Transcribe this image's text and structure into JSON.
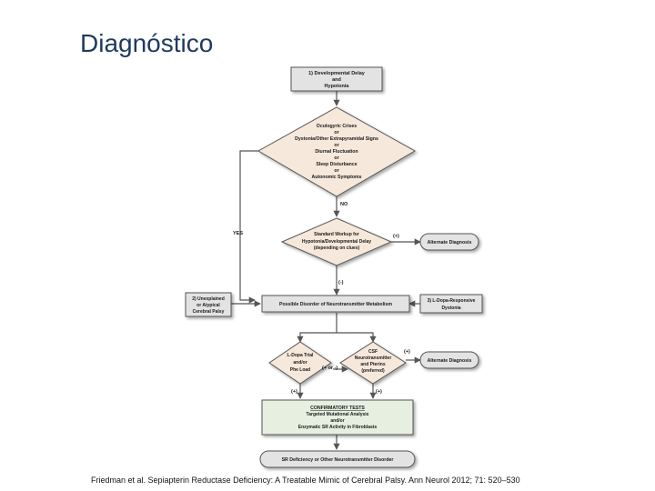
{
  "slide": {
    "title": "Diagnóstico",
    "citation": "Friedman et al. Sepiapterin Reductase Deficiency: A Treatable Mimic of Cerebral Palsy. Ann Neurol 2012; 71: 520–530"
  },
  "flowchart": {
    "start": [
      "1) Developmental Delay",
      "and",
      "Hypotonia"
    ],
    "decision1": [
      "Oculogyric Crises",
      "or",
      "Dystonia/Other Extrapyramidal Signs",
      "or",
      "Diurnal Fluctuation",
      "or",
      "Sleep Disturbance",
      "or",
      "Autonomic Symptoms"
    ],
    "no_label": "NO",
    "yes_label": "YES",
    "workup": [
      "Standard Workup for",
      "Hypotonia/Developmental Delay",
      "(depending on clues)"
    ],
    "workup_plus": "(+)",
    "alt_diagnosis_1": "Alternate Diagnosis",
    "workup_minus": "(-)",
    "unexplained_cp": [
      "2) Unexplained",
      "or Atypical",
      "Cerebral Palsy"
    ],
    "neurotransmitter_disorder": "Possible Disorder of Neurotransmitter Metabolism",
    "ldopa_dystonia": [
      "3) L-Dopa-Responsive",
      "Dystonia"
    ],
    "ldopa_trial": [
      "L-Dopa Trial",
      "and/or",
      "Phe Load"
    ],
    "csf_test": [
      "CSF",
      "Neurotransmitter",
      "and Pterins",
      "(preferred)"
    ],
    "plus_or_minus": "(+ or -)",
    "csf_plus": "(+)",
    "alt_diagnosis_2": "Alternate Diagnosis",
    "trial_plus": "(+)",
    "csf_plus_down": "(+)",
    "confirmatory": [
      "CONFIRMATORY TESTS",
      "Targeted Mutational Analysis",
      "and/or",
      "Enzymatic SR Activity in Fibroblasts"
    ],
    "final": "SR Deficiency or Other Neurotransmitter Disorder"
  },
  "colors": {
    "title": "#1f3a5f",
    "box_fill": "#e3e3e3",
    "decision_fill": "#f7e8dc",
    "confirm_fill": "#e6efe0",
    "stroke": "#555555"
  }
}
